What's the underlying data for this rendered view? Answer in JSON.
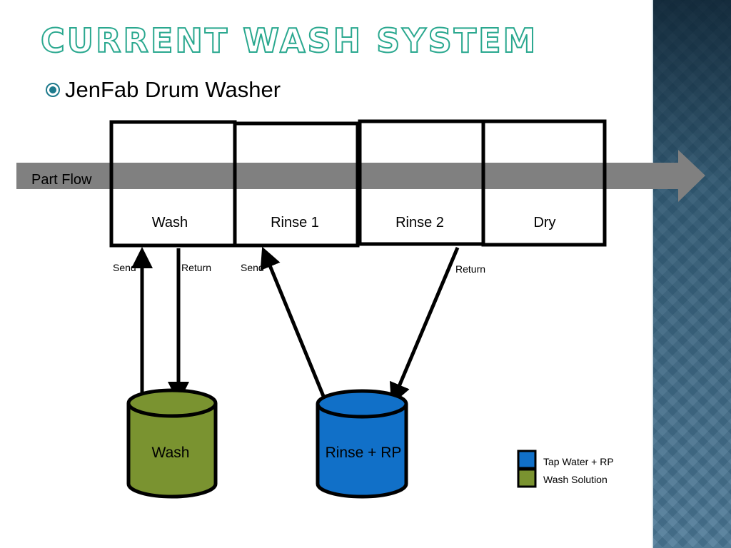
{
  "title": "Current Wash System",
  "bullet": "JenFab Drum Washer",
  "diagram": {
    "part_flow": "Part Flow",
    "stations": [
      "Wash",
      "Rinse 1",
      "Rinse 2",
      "Dry"
    ],
    "arrows": {
      "send_1": "Send",
      "return_1": "Return",
      "send_2": "Send",
      "return_2": "Return"
    },
    "tanks": {
      "wash": "Wash",
      "rinse": "Rinse + RP"
    }
  },
  "legend": [
    {
      "label": "Tap Water + RP",
      "color": "#1170c8"
    },
    {
      "label": "Wash Solution",
      "color": "#7a9330"
    }
  ],
  "colors": {
    "title_outline": "#2aa88f",
    "flow_arrow": "#808080",
    "wash_tank": "#7a9330",
    "rinse_tank": "#1170c8"
  }
}
